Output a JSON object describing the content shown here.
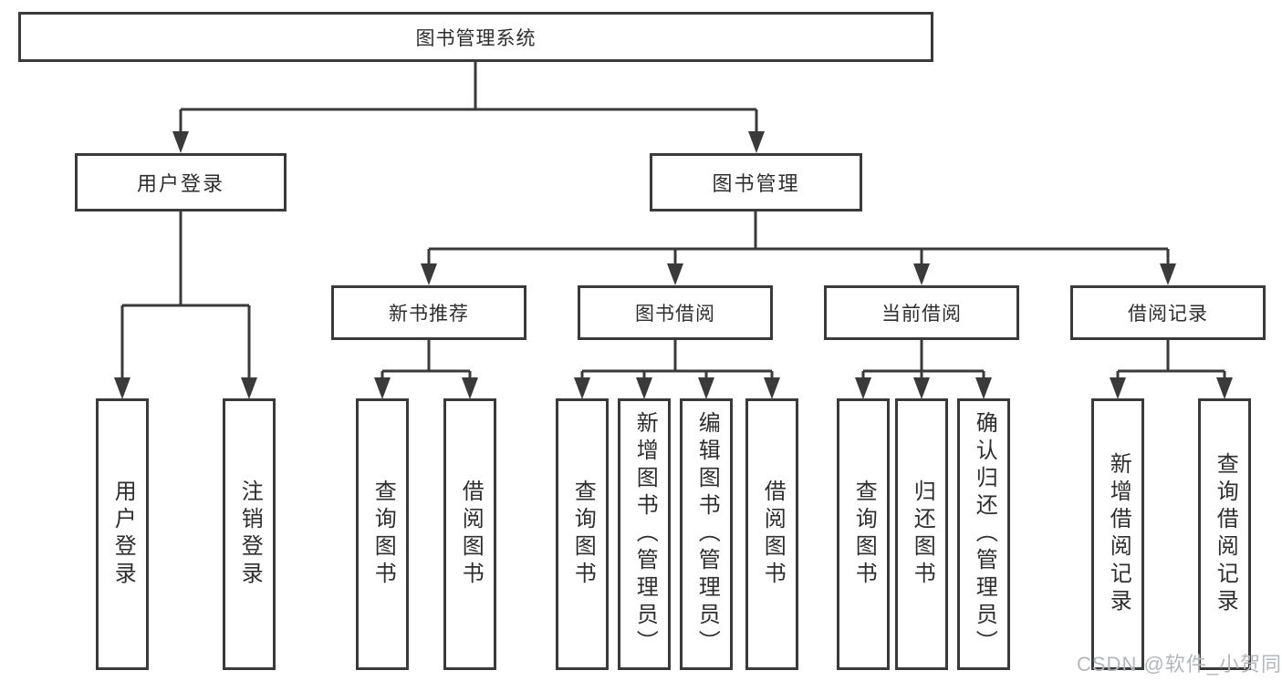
{
  "tree": {
    "label": "图书管理系统",
    "children": [
      {
        "label": "用户登录",
        "children": [
          {
            "label": "用户登录"
          },
          {
            "label": "注销登录"
          }
        ]
      },
      {
        "label": "图书管理",
        "children": [
          {
            "label": "新书推荐",
            "children": [
              {
                "label": "查询图书"
              },
              {
                "label": "借阅图书"
              }
            ]
          },
          {
            "label": "图书借阅",
            "children": [
              {
                "label": "查询图书"
              },
              {
                "label": "新增图书（管理员）"
              },
              {
                "label": "编辑图书（管理员）"
              },
              {
                "label": "借阅图书"
              }
            ]
          },
          {
            "label": "当前借阅",
            "children": [
              {
                "label": "查询图书"
              },
              {
                "label": "归还图书"
              },
              {
                "label": "确认归还（管理员）"
              }
            ]
          },
          {
            "label": "借阅记录",
            "children": [
              {
                "label": "新增借阅记录"
              },
              {
                "label": "查询借阅记录"
              }
            ]
          }
        ]
      }
    ]
  },
  "watermark": {
    "text": "CSDN @软件_小贺同学"
  },
  "colors": {
    "line": "#3a3a3a",
    "box_border": "#3a3a3a",
    "text": "#2e2e2e",
    "watermark": "#b4b7ba",
    "background": "#ffffff"
  }
}
